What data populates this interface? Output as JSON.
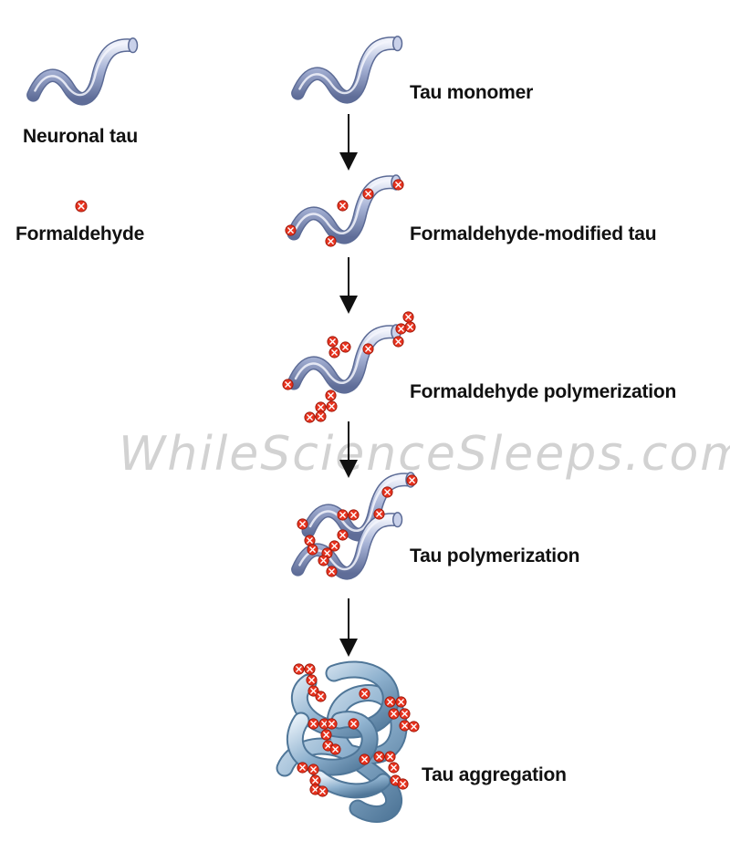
{
  "legend": {
    "neuronal_tau_label": "Neuronal tau",
    "formaldehyde_label": "Formaldehyde"
  },
  "steps": {
    "tau_monomer": "Tau monomer",
    "formaldehyde_modified_tau": "Formaldehyde-modified tau",
    "formaldehyde_polymerization": "Formaldehyde polymerization",
    "tau_polymerization": "Tau polymerization",
    "tau_aggregation": "Tau aggregation"
  },
  "watermark": "WhileScienceSleeps.com",
  "colors": {
    "tau_body": "#8e9dc4",
    "tau_highlight": "#e6ebf7",
    "tau_shadow": "#5c6b96",
    "aggregate_body": "#7fa6c8",
    "formaldehyde": "#e8321e",
    "arrow": "#111111"
  },
  "icons": {
    "tau_strand": "wavy-ribbon",
    "formaldehyde": "red-circle-with-x",
    "arrow": "down-arrow"
  }
}
